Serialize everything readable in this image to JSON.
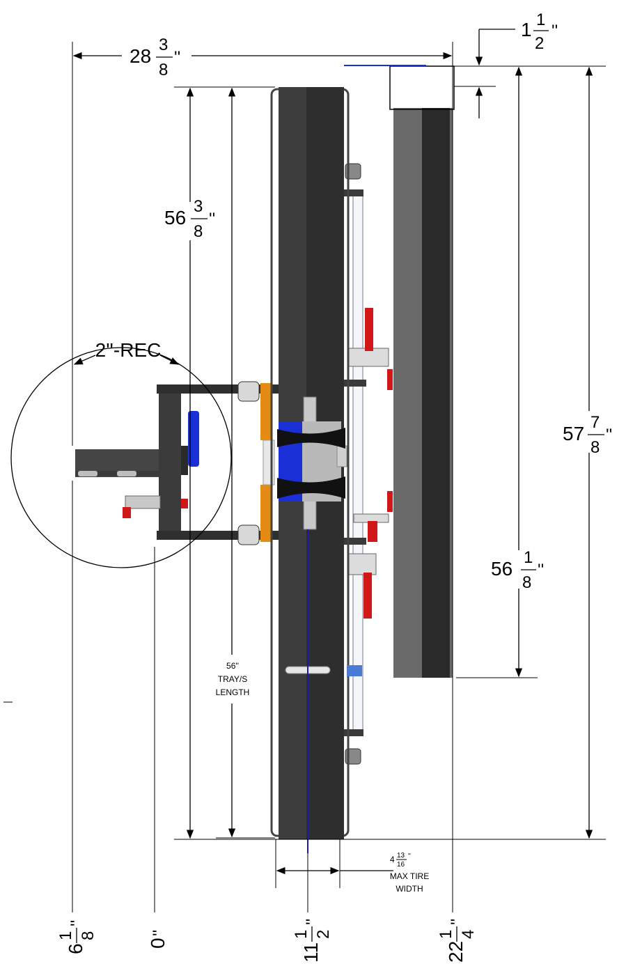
{
  "dimensions": {
    "overall_width": {
      "whole": "28",
      "num": "3",
      "den": "8",
      "unit": "''"
    },
    "top_offset": {
      "whole": "1",
      "num": "1",
      "den": "2",
      "unit": "''"
    },
    "tray_height": {
      "whole": "56",
      "num": "3",
      "den": "8",
      "unit": "''"
    },
    "overall_height": {
      "whole": "57",
      "num": "7",
      "den": "8",
      "unit": "''"
    },
    "ramp_height": {
      "whole": "56",
      "num": "1",
      "den": "8",
      "unit": "''"
    },
    "receiver_label": "2''-REC",
    "tray_length_lines": [
      "56''",
      "TRAY/S",
      "LENGTH"
    ],
    "max_tire": {
      "whole": "4",
      "num": "13",
      "den": "16",
      "unit": "''",
      "lines": [
        "MAX TIRE",
        "WIDTH"
      ]
    }
  },
  "bottom_labels": [
    {
      "whole": "6",
      "num": "1",
      "den": "8",
      "unit": "''"
    },
    {
      "whole": "0",
      "unit": "''"
    },
    {
      "whole": "11",
      "num": "1",
      "den": "2",
      "unit": "''"
    },
    {
      "whole": "22",
      "num": "1",
      "den": "4",
      "unit": "''"
    }
  ],
  "colors": {
    "tray_dark": "#2e2e2e",
    "tray_mid": "#3d3d3d",
    "ramp_light": "#6a6a6a",
    "ramp_dark": "#2a2a2a",
    "bracket_orange": "#e58a12",
    "pin_blue": "#1a2fd6",
    "lever_red": "#d01818",
    "center_line": "#1a1aa6"
  }
}
